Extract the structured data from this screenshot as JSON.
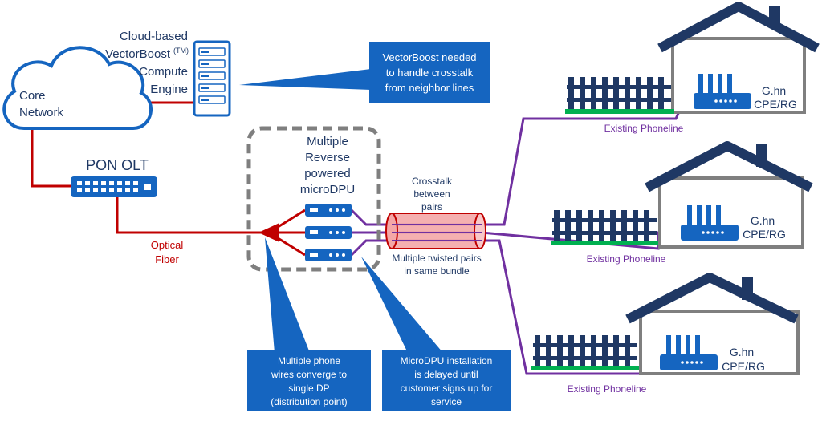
{
  "labels": {
    "core_network_1": "Core",
    "core_network_2": "Network",
    "cloud_engine_1": "Cloud-based",
    "cloud_engine_2": "VectorBoost",
    "cloud_engine_tm": "(TM)",
    "cloud_engine_3": "Compute",
    "cloud_engine_4": "Engine",
    "pon_olt": "PON OLT",
    "optical_fiber_1": "Optical",
    "optical_fiber_2": "Fiber",
    "microdpu_1": "Multiple",
    "microdpu_2": "Reverse",
    "microdpu_3": "powered",
    "microdpu_4": "microDPU",
    "crosstalk_1": "Crosstalk",
    "crosstalk_2": "between",
    "crosstalk_3": "pairs",
    "bundle_1": "Multiple twisted pairs",
    "bundle_2": "in same bundle",
    "house_1_label_1": "G.hn",
    "house_1_label_2": "CPE/RG",
    "house_2_label_1": "G.hn",
    "house_2_label_2": "CPE/RG",
    "house_3_label_1": "G.hn",
    "house_3_label_2": "CPE/RG",
    "phoneline_1": "Existing Phoneline",
    "phoneline_2": "Existing Phoneline",
    "phoneline_3": "Existing Phoneline"
  },
  "callouts": {
    "vectorboost": [
      "VectorBoost needed",
      "to handle crosstalk",
      "from neighbor lines"
    ],
    "multiple_phone": [
      "Multiple phone",
      "wires converge to",
      "single DP",
      "(distribution point)"
    ],
    "microdpu_install": [
      "MicroDPU installation",
      "is delayed until",
      "customer signs up for",
      "service"
    ]
  },
  "colors": {
    "blue": "#1565c0",
    "dark_blue": "#1f3864",
    "red": "#c00000",
    "purple": "#7030a0",
    "gray": "#7f7f7f",
    "green": "#00b050",
    "pink": "#f4a7a7"
  }
}
